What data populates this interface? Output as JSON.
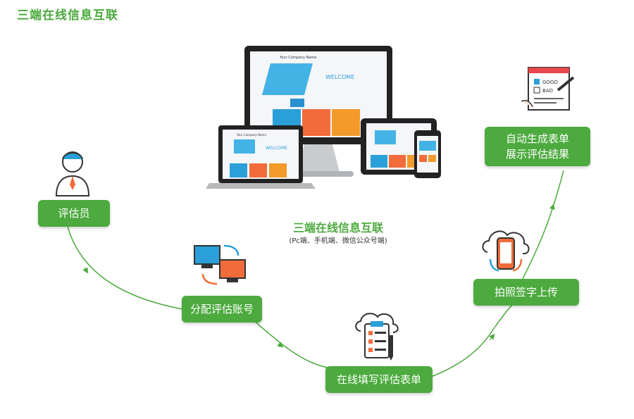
{
  "header": {
    "title": "三端在线信息互联"
  },
  "center": {
    "title": "三端在线信息互联",
    "subtitle": "(Pc端、手机端、微信公众号端)"
  },
  "steps": [
    {
      "label": "评估员"
    },
    {
      "label": "分配评估账号"
    },
    {
      "label": "在线填写评估表单"
    },
    {
      "label": "拍照签字上传"
    },
    {
      "label_line1": "自动生成表单",
      "label_line2": "展示评估结果"
    }
  ],
  "devices": {
    "monitor_brand": "Your Company Name",
    "monitor_banner": "WELCOME",
    "laptop_brand": "Your Company Name",
    "laptop_banner": "WELCOME",
    "form_options": [
      "GOOD",
      "BAD"
    ]
  },
  "colors": {
    "accent": "#4caa3e",
    "orange": "#f26b3a",
    "blue": "#2a9fd8",
    "dark": "#333333"
  }
}
